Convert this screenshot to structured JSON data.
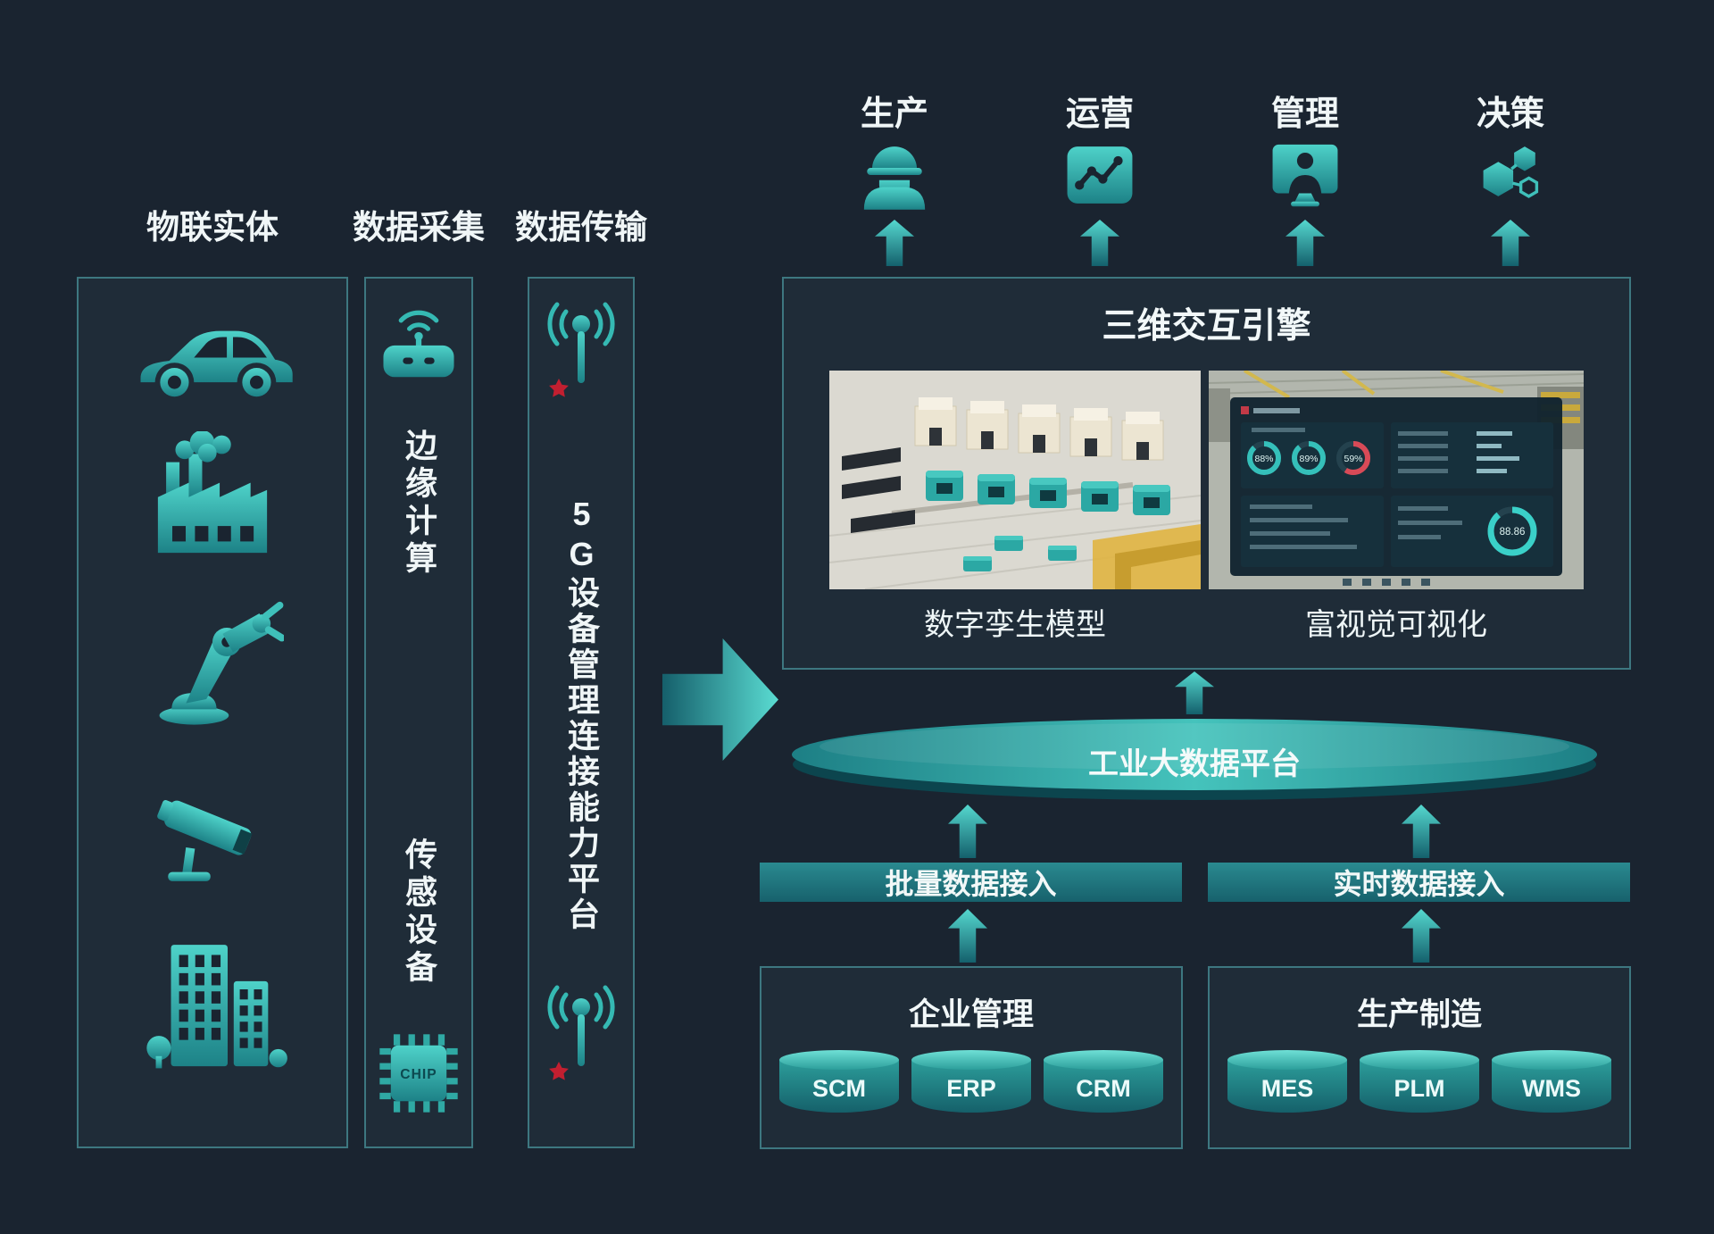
{
  "colors": {
    "background": "#1a2430",
    "accent_teal": "#2fb5af",
    "accent_teal_light": "#55d8cf",
    "accent_red": "#c21f30"
  },
  "columns": {
    "iot": {
      "title": "物联实体"
    },
    "collection": {
      "title": "数据采集",
      "edge_label": "边缘计算",
      "sensor_label": "传感设备",
      "chip_text": "CHIP"
    },
    "transmission": {
      "title": "数据传输",
      "platform_label": "5G设备管理连接能力平台"
    }
  },
  "outputs": [
    {
      "label": "生产"
    },
    {
      "label": "运营"
    },
    {
      "label": "管理"
    },
    {
      "label": "决策"
    }
  ],
  "engine": {
    "title": "三维交互引擎",
    "left_caption": "数字孪生模型",
    "right_caption": "富视觉可视化",
    "dashboard": {
      "gauge1": "88%",
      "gauge2": "89%",
      "gauge3": "59%",
      "big_value": "88.86"
    }
  },
  "platform": {
    "label": "工业大数据平台"
  },
  "access": {
    "batch": "批量数据接入",
    "realtime": "实时数据接入"
  },
  "enterprise": {
    "title": "企业管理",
    "systems": [
      "SCM",
      "ERP",
      "CRM"
    ]
  },
  "manufacturing": {
    "title": "生产制造",
    "systems": [
      "MES",
      "PLM",
      "WMS"
    ]
  }
}
